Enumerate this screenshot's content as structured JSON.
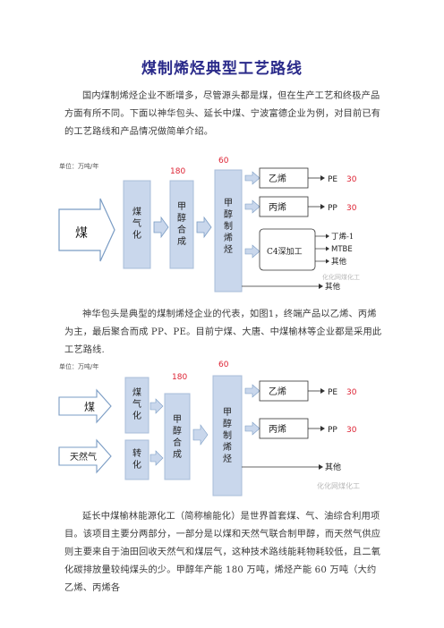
{
  "title": "煤制烯烃典型工艺路线",
  "intro": "国内煤制烯烃企业不断增多，尽管源头都是煤，但在生产工艺和终极产品方面有所不同。下面以神华包头、延长中煤、宁波富德企业为例，对目前已有的工艺路线和产品情况做简单介绍。",
  "figure1": {
    "unit": "单位：万吨/年",
    "coal": "煤",
    "gasify": "煤气化",
    "methanol_synth": "甲醇合成",
    "mto": "甲醇制烯烃",
    "cap_methanol": "180",
    "cap_olefin": "60",
    "ethylene": "乙烯",
    "propylene": "丙烯",
    "c4": "C4深加工",
    "pe": "PE",
    "pe_cap": "30",
    "pp": "PP",
    "pp_cap": "30",
    "butene": "丁烯-1",
    "mtbe": "MTBE",
    "other": "其他",
    "other2": "其他",
    "watermark": "化化网煤化工"
  },
  "para2": "神华包头是典型的煤制烯烃企业的代表，如图1，终端产品以乙烯、丙烯为主，最后聚合而成 PP、PE。目前宁煤、大唐、中煤榆林等企业都是采用此工艺路线.",
  "figure2": {
    "unit": "单位：万吨/年",
    "coal": "煤",
    "gas": "天然气",
    "gasify": "煤气化",
    "convert": "转化",
    "methanol_synth": "甲醇合成",
    "mto": "甲醇制烯烃",
    "cap_methanol": "180",
    "cap_olefin": "60",
    "ethylene": "乙烯",
    "propylene": "丙烯",
    "pe": "PE",
    "pe_cap": "30",
    "pp": "PP",
    "pp_cap": "30",
    "other": "其他",
    "watermark": "化化网煤化工"
  },
  "para3": "延长中煤榆林能源化工（简称榆能化）是世界首套煤、气、油综合利用项目。该项目主要分两部分，一部分是以煤和天然气联合制甲醇，而天然气供应则主要来自于油田回收天然气和煤层气，这种技术路线能耗物耗较低，且二氧化碳排放量较纯煤头的少。甲醇年产能 180 万吨，烯烃产能 60 万吨（大约乙烯、丙烯各"
}
